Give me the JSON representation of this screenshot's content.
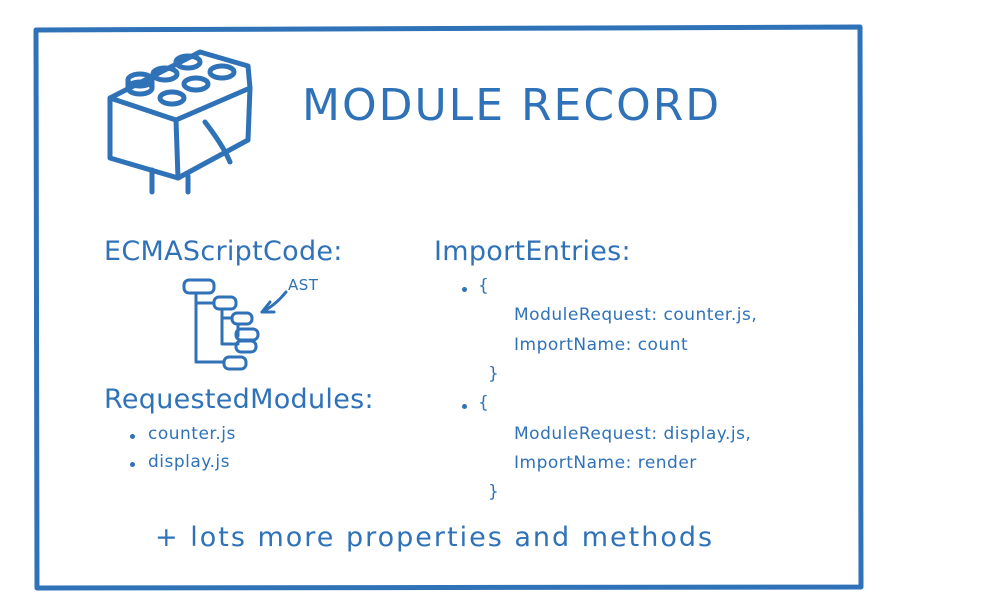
{
  "title": "MODULE RECORD",
  "ecmascript_code": {
    "heading": "ECMAScriptCode:",
    "ast_label": "AST"
  },
  "requested_modules": {
    "heading": "RequestedModules:",
    "items": [
      "counter.js",
      "display.js"
    ]
  },
  "import_entries": {
    "heading": "ImportEntries:",
    "open_brace": "{",
    "close_brace": "}",
    "entries": [
      {
        "module_request": "ModuleRequest: counter.js,",
        "import_name": "ImportName: count"
      },
      {
        "module_request": "ModuleRequest: display.js,",
        "import_name": "ImportName: render"
      }
    ]
  },
  "footer": "+ lots more properties and methods",
  "colors": {
    "ink": "#2f72b8",
    "background": "#ffffff"
  },
  "icons": [
    "lego-brick-icon",
    "ast-tree-icon",
    "arrow-icon"
  ]
}
